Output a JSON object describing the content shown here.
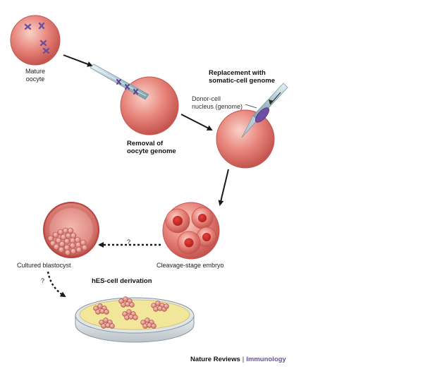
{
  "labels": {
    "mature_line1": "Mature",
    "mature_line2": "oocyte",
    "replacement_line1": "Replacement with",
    "replacement_line2": "somatic-cell genome",
    "donor_line1": "Donor-cell",
    "donor_line2": "nucleus (genome)",
    "removal_line1": "Removal of",
    "removal_line2": "oocyte genome",
    "cleavage": "Cleavage-stage embryo",
    "cultured": "Cultured blastocyst",
    "hes": "hES-cell derivation",
    "question1": "?",
    "question2": "?"
  },
  "footer": {
    "publisher": "Nature Reviews",
    "separator": "|",
    "journal": "Immunology"
  },
  "colors": {
    "cell_fill": "#e07a74",
    "cell_light": "#f6c1b6",
    "cell_edge": "#c4554f",
    "chromosome": "#6b4fa0",
    "dish_medium": "#f2e69a",
    "arrow": "#1a1a1a",
    "journal_accent": "#6a4fa3"
  }
}
